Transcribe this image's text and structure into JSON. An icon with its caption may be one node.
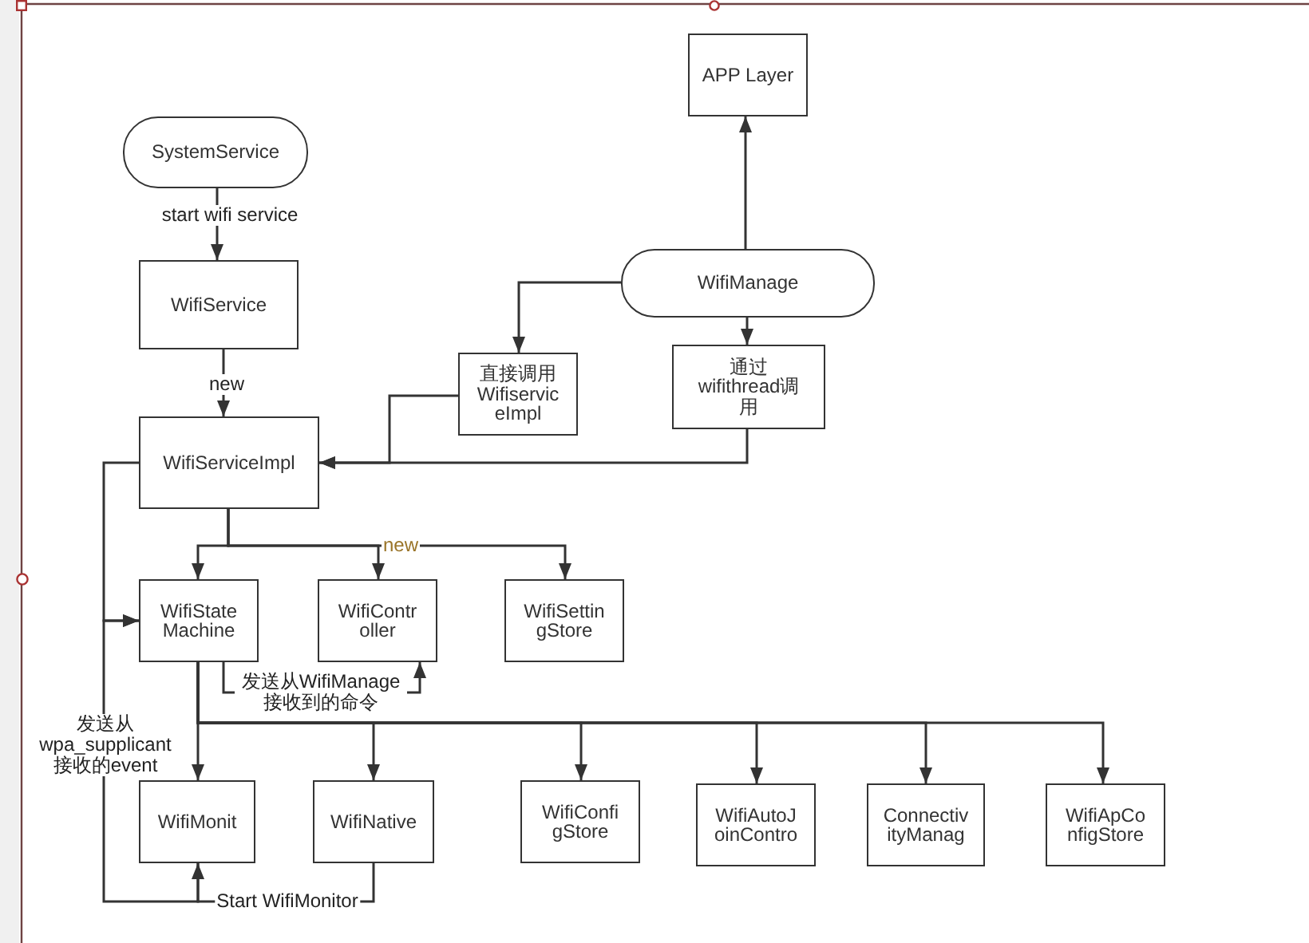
{
  "diagram": {
    "nodes": [
      {
        "text": [
          "SystemService"
        ]
      },
      {
        "text": [
          "WifiService"
        ]
      },
      {
        "text": [
          "APP Layer"
        ]
      },
      {
        "text": [
          "WifiManage"
        ]
      },
      {
        "text": [
          "直接调用Wifiservic eImpl"
        ]
      },
      {
        "text": [
          "通过wifithread调用"
        ]
      },
      {
        "text": [
          "WifiServiceImpl"
        ]
      },
      {
        "text": [
          "WifiState Machine"
        ]
      },
      {
        "text": [
          "WifiContr oller"
        ]
      },
      {
        "text": [
          "WifiSettin gStore"
        ]
      },
      {
        "text": [
          "WifiMonit"
        ]
      },
      {
        "text": [
          "WifiNative"
        ]
      },
      {
        "text": [
          "WifiConfi gStore"
        ]
      },
      {
        "text": [
          "WifiAutoJ oinContro"
        ]
      },
      {
        "text": [
          "Connectiv ityManag"
        ]
      },
      {
        "text": [
          "WifiApCo nfigStore"
        ]
      }
    ],
    "edges": [
      {
        "from": 0,
        "to": 1,
        "arrow": "to",
        "label": "start wifi service"
      },
      {
        "from": 1,
        "to": 6,
        "arrow": "to",
        "label": "new"
      },
      {
        "from": 3,
        "to": 2,
        "arrow": "to"
      },
      {
        "from": 3,
        "to": 4,
        "arrow": "to"
      },
      {
        "from": 3,
        "to": 5,
        "arrow": "to"
      },
      {
        "from": 4,
        "to": 6,
        "arrow": "to"
      },
      {
        "from": 5,
        "to": 6,
        "arrow": "to"
      },
      {
        "from": 6,
        "to": 7,
        "arrow": "to"
      },
      {
        "from": 6,
        "to": 8,
        "arrow": "to"
      },
      {
        "from": 6,
        "to": 9,
        "arrow": "to",
        "label": "new"
      },
      {
        "from": 6,
        "to": 7,
        "arrow": "to"
      },
      {
        "from": 7,
        "to": 8,
        "arrow": "to",
        "label": "发送从WifiManage接收到的命令"
      },
      {
        "from": 7,
        "to": 10,
        "arrow": "to"
      },
      {
        "from": 7,
        "to": 11,
        "arrow": "to"
      },
      {
        "from": 7,
        "to": 12,
        "arrow": "to"
      },
      {
        "from": 7,
        "to": 13,
        "arrow": "to"
      },
      {
        "from": 7,
        "to": 14,
        "arrow": "to"
      },
      {
        "from": 7,
        "to": 15,
        "arrow": "to"
      },
      {
        "from": 10,
        "to": 7,
        "arrow": "to",
        "label": "发送从wpa_supplicant 接收的event"
      },
      {
        "from": 11,
        "to": 10,
        "arrow": "to",
        "label": "Start WifiMonitor"
      }
    ]
  }
}
